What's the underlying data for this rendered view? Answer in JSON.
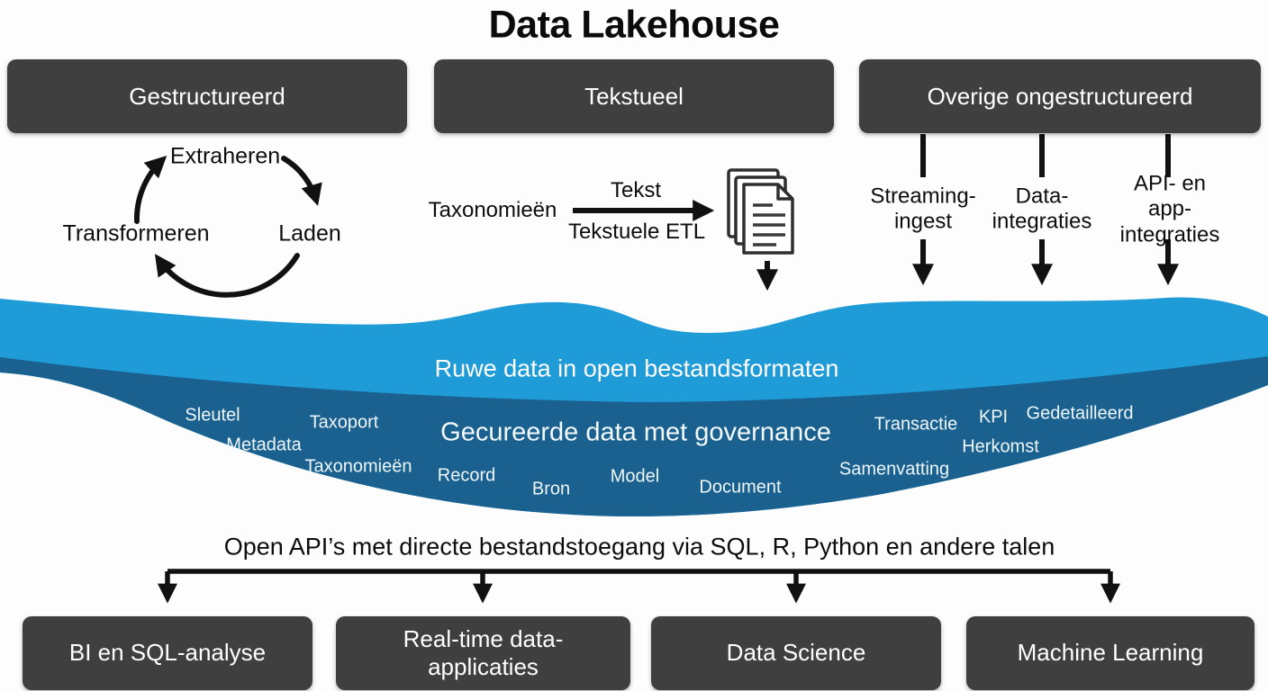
{
  "title": "Data Lakehouse",
  "colors": {
    "box_bg": "#3f3f3f",
    "lake_light": "#1f9bd7",
    "lake_dark": "#1a6190",
    "ink": "#111111",
    "white": "#ffffff"
  },
  "sources": {
    "structured": "Gestructureerd",
    "textual": "Tekstueel",
    "unstructured": "Overige ongestructureerd"
  },
  "etl_cycle": {
    "extract": "Extraheren",
    "load": "Laden",
    "transform": "Transformeren"
  },
  "text_flow": {
    "input": "Taxonomieën",
    "arrow_label_top": "Tekst",
    "arrow_label_bottom": "Tekstuele ETL"
  },
  "ingest": [
    {
      "line1": "Streaming-",
      "line2": "ingest"
    },
    {
      "line1": "Data-",
      "line2": "integraties"
    },
    {
      "line1": "API- en app-",
      "line2": "integraties"
    }
  ],
  "lake": {
    "raw_label": "Ruwe data in open bestandsformaten",
    "curated_label": "Gecureerde data met governance",
    "words": [
      "Sleutel",
      "Taxoport",
      "Metadata",
      "Taxonomieën",
      "Record",
      "Bron",
      "Model",
      "Document",
      "Samenvatting",
      "Transactie",
      "KPI",
      "Gedetailleerd",
      "Herkomst"
    ]
  },
  "api_text": "Open API’s met directe bestandstoegang via SQL, R, Python en andere talen",
  "consumers": [
    "BI en SQL-analyse",
    "Real-time data-applicaties",
    "Data Science",
    "Machine Learning"
  ]
}
